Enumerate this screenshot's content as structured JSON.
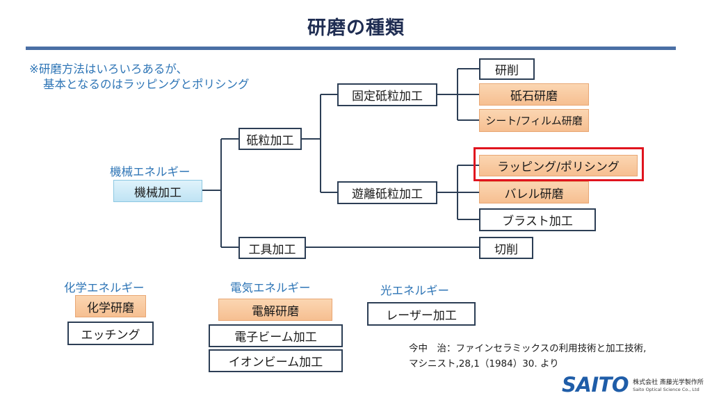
{
  "title": "研磨の種類",
  "note": {
    "line1": "※研磨方法はいろいろあるが、",
    "line2": "基本となるのはラッピングとポリシング"
  },
  "mechanical": {
    "category_label": "機械エネルギー",
    "root": "機械加工",
    "abrasive": "砥粒加工",
    "tool": "工具加工",
    "fixed_abrasive": "固定砥粒加工",
    "free_abrasive": "遊離砥粒加工",
    "fixed_children": [
      "研削",
      "砥石研磨",
      "シート/フィルム研磨"
    ],
    "free_children": [
      "ラッピング/ポリシング",
      "バレル研磨",
      "ブラスト加工"
    ],
    "tool_children": [
      "切削"
    ]
  },
  "chemical": {
    "category_label": "化学エネルギー",
    "items": [
      "化学研磨",
      "エッチング"
    ]
  },
  "electrical": {
    "category_label": "電気エネルギー",
    "items": [
      "電解研磨",
      "電子ビーム加工",
      "イオンビーム加工"
    ]
  },
  "light": {
    "category_label": "光エネルギー",
    "items": [
      "レーザー加工"
    ]
  },
  "reference": {
    "line1": "今中　治：ファインセラミックスの利用技術と加工技術,",
    "line2": "マシニスト,28,1（1984）30.  より"
  },
  "logo": {
    "mark": "SAITO",
    "company_jp": "株式会社 斎藤光学製作所",
    "company_en": "Saito Optical Science Co., Ltd"
  },
  "colors": {
    "title": "#1f2d52",
    "rule": "#4a6fa5",
    "note_text": "#2e75b6",
    "highlight": "#e0141e",
    "orange_fill": "#f6bf91",
    "blue_fill": "#bfe3f4"
  }
}
